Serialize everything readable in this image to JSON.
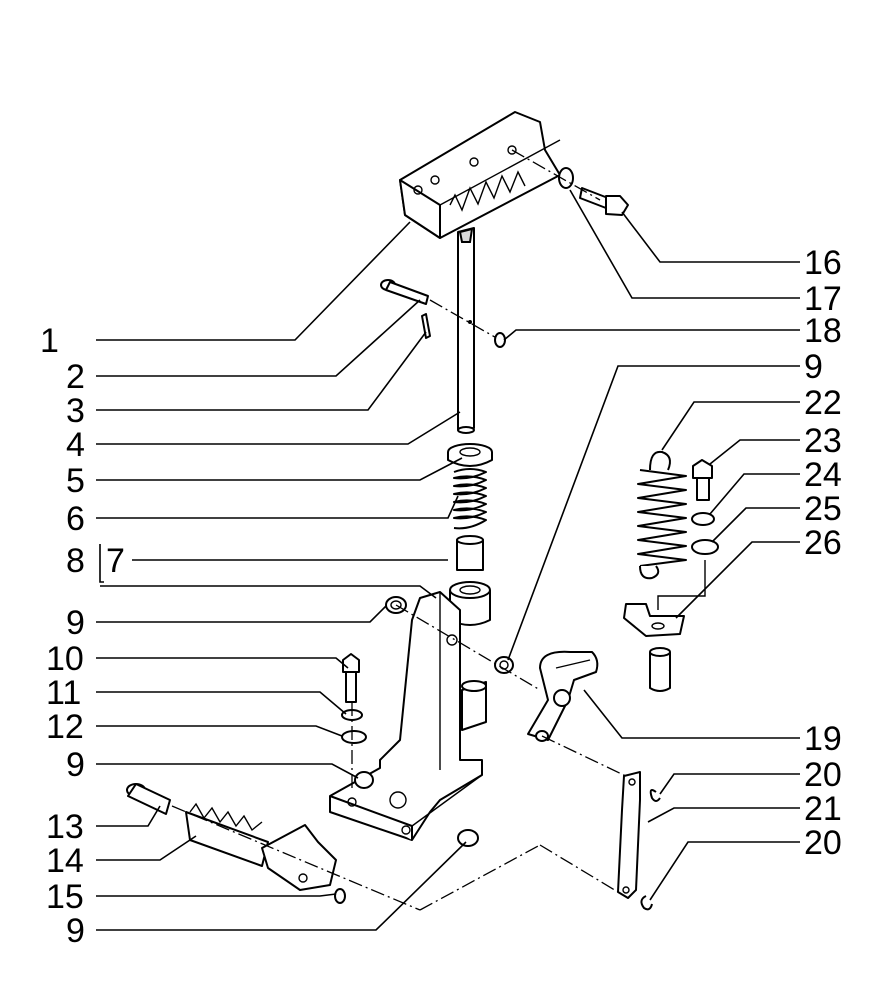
{
  "callouts_left": [
    "1",
    "2",
    "3",
    "4",
    "5",
    "6",
    "8",
    "7",
    "9",
    "10",
    "11",
    "12",
    "9",
    "13",
    "14",
    "15",
    "9"
  ],
  "callouts_right": [
    "16",
    "17",
    "18",
    "9",
    "22",
    "23",
    "24",
    "25",
    "26",
    "19",
    "20",
    "21",
    "20"
  ]
}
